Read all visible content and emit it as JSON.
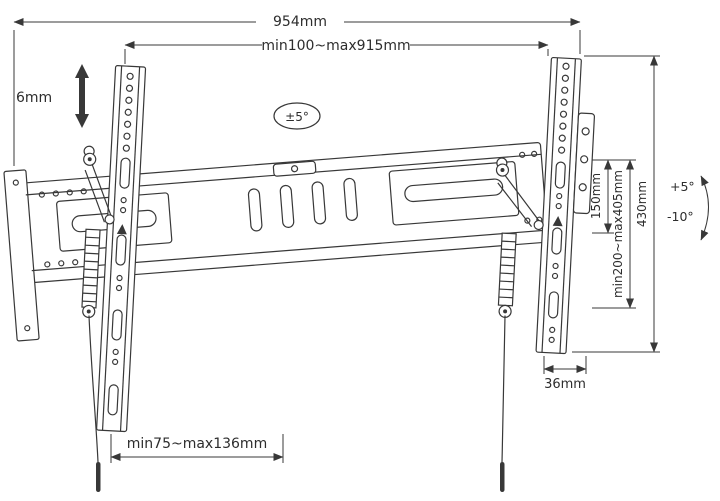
{
  "colors": {
    "line": "#383838",
    "background": "#ffffff"
  },
  "dimensions": {
    "total_width": "954mm",
    "mount_width_range": "min100~max915mm",
    "hook_adjustment": "6mm",
    "level_tolerance": "±5°",
    "upper_section_height": "150mm",
    "vertical_hole_range": "min200~max405mm",
    "bracket_height": "430mm",
    "tilt_up": "+5°",
    "tilt_down": "-10°",
    "profile_depth": "36mm",
    "wall_distance_range": "min75~max136mm"
  }
}
